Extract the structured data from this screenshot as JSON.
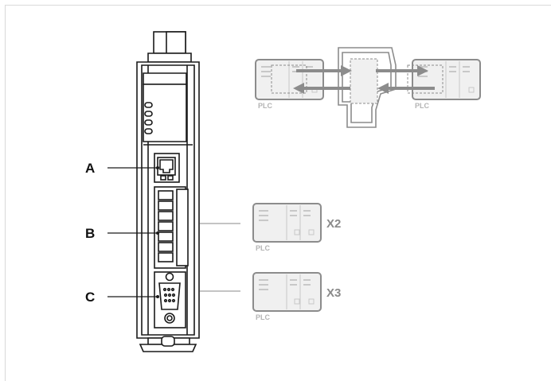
{
  "callouts": {
    "a": "A",
    "b": "B",
    "c": "C"
  },
  "plc": {
    "label": "PLC"
  },
  "ports": {
    "x2": "X2",
    "x3": "X3"
  },
  "colors": {
    "outline": "#1a1a1a",
    "plc_stroke": "#8c8c8c",
    "plc_fill": "#f0f0f0",
    "arrow": "#8c8c8c",
    "connector_line": "#b0b0b0"
  }
}
